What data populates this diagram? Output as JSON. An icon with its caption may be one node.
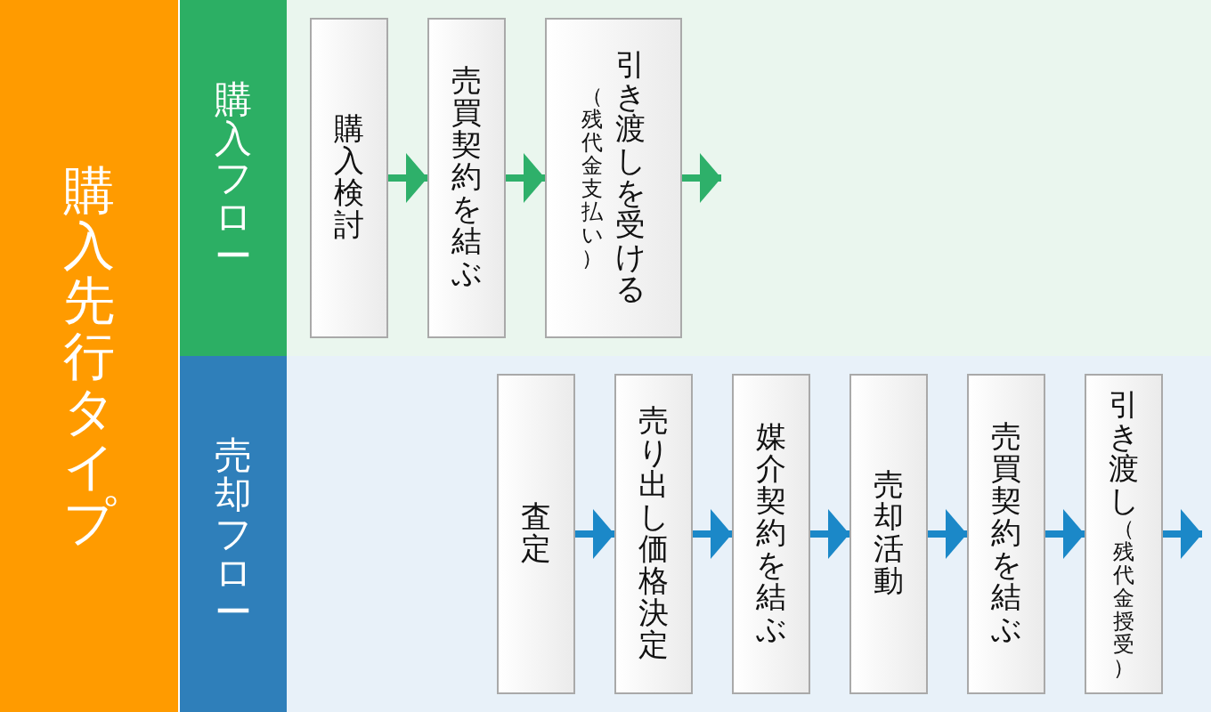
{
  "diagram": {
    "nodes": [
      {
        "text": [
          "購入先行タイプ"
        ]
      },
      {
        "text": [
          "購入フロー"
        ]
      },
      {
        "text": [
          "購入検討"
        ],
        "in": 1
      },
      {
        "text": [
          "売買契約を結ぶ"
        ],
        "in": 1
      },
      {
        "text": [
          "（残代金支払い）",
          "引き渡しを受ける"
        ],
        "in": 1
      },
      {
        "text": [
          "売却フロー"
        ]
      },
      {
        "text": [
          "査定"
        ],
        "in": 5
      },
      {
        "text": [
          "売り出し価格決定"
        ],
        "in": 5
      },
      {
        "text": [
          "媒介契約を結ぶ"
        ],
        "in": 5
      },
      {
        "text": [
          "売却活動"
        ],
        "in": 5
      },
      {
        "text": [
          "売買契約を結ぶ"
        ],
        "in": 5
      },
      {
        "text": [
          "引き渡し",
          "（残代金授受）"
        ],
        "in": 5
      }
    ],
    "edges": [
      {
        "from": 2,
        "to": 3,
        "arrow": "to",
        "color": "#2eb06a"
      },
      {
        "from": 3,
        "to": 4,
        "arrow": "to",
        "color": "#2eb06a"
      },
      {
        "from": 4,
        "to": null,
        "arrow": "to",
        "color": "#2eb06a"
      },
      {
        "from": 6,
        "to": 7,
        "arrow": "to"
      },
      {
        "from": 7,
        "to": 8,
        "arrow": "to"
      },
      {
        "from": 8,
        "to": 9,
        "arrow": "to"
      },
      {
        "from": 9,
        "to": 10,
        "arrow": "to"
      },
      {
        "from": 10,
        "to": 11,
        "arrow": "to"
      },
      {
        "from": 11,
        "to": null,
        "arrow": "to"
      }
    ]
  }
}
